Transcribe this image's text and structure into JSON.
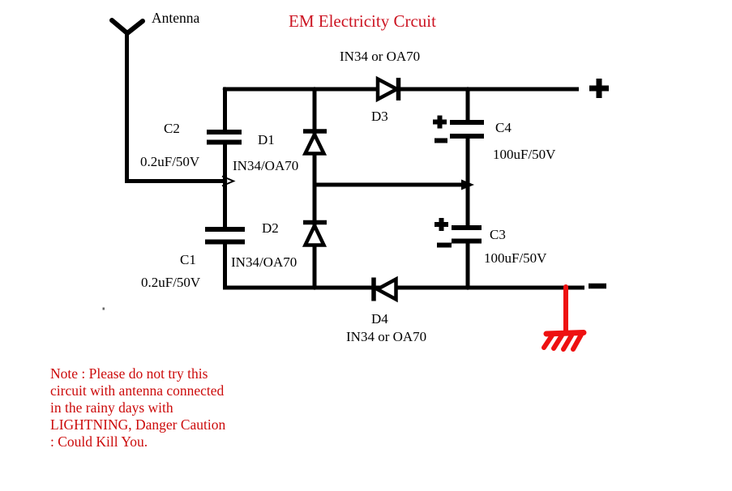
{
  "title": {
    "text": "EM Electricity Crcuit",
    "color": "#cc1422"
  },
  "antenna": {
    "label": "Antenna"
  },
  "diode_note_top": "IN34 or OA70",
  "components": {
    "c2": {
      "ref": "C2",
      "value": "0.2uF/50V"
    },
    "c1": {
      "ref": "C1",
      "value": "0.2uF/50V"
    },
    "d1": {
      "ref": "D1",
      "part": "IN34/OA70"
    },
    "d2": {
      "ref": "D2",
      "part": "IN34/OA70"
    },
    "d3": {
      "ref": "D3"
    },
    "d4": {
      "ref": "D4",
      "part": "IN34 or OA70"
    },
    "c4": {
      "ref": "C4",
      "value": "100uF/50V"
    },
    "c3": {
      "ref": "C3",
      "value": "100uF/50V"
    }
  },
  "terminals": {
    "positive": "+",
    "negative": "-"
  },
  "polarity_marks": {
    "plus": "+",
    "minus": "-"
  },
  "warning_note": {
    "color": "#cc0b0b",
    "lines": [
      "Note : Please do not try this",
      "circuit with antenna connected",
      "in the rainy days with",
      "LIGHTNING, Danger Caution",
      ": Could Kill You."
    ]
  },
  "colors": {
    "wire": "#000000",
    "ground": "#ee1111"
  }
}
